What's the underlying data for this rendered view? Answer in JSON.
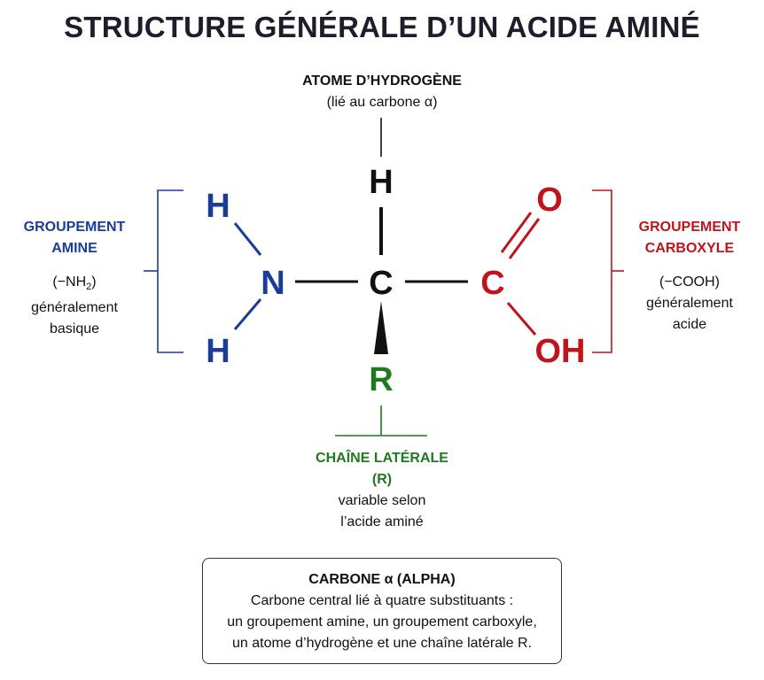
{
  "title": "STRUCTURE GÉNÉRALE D’UN ACIDE AMINÉ",
  "atoms": {
    "h_top": "H",
    "h_amine_top": "H",
    "n": "N",
    "h_amine_bottom": "H",
    "c_alpha": "C",
    "c_carboxyl": "C",
    "o": "O",
    "oh": "OH",
    "r": "R"
  },
  "hydrogen": {
    "heading": "ATOME D’HYDROGÈNE",
    "detail": "(lié au carbone α)"
  },
  "amine": {
    "heading_line1": "GROUPEMENT",
    "heading_line2": "AMINE",
    "formula_prefix": "(−NH",
    "formula_sub": "2",
    "formula_suffix": ")",
    "detail_line1": "généralement",
    "detail_line2": "basique"
  },
  "carboxyl": {
    "heading_line1": "GROUPEMENT",
    "heading_line2": "CARBOXYLE",
    "formula": "(−COOH)",
    "detail_line1": "généralement",
    "detail_line2": "acide"
  },
  "side_chain": {
    "heading": "CHAÎNE LATÉRALE",
    "symbol": "(R)",
    "detail_line1": "variable selon",
    "detail_line2": "l’acide aminé"
  },
  "alpha_box": {
    "heading": "CARBONE α (ALPHA)",
    "line1": "Carbone central lié à quatre substituants :",
    "line2": "un groupement amine, un groupement carboxyle,",
    "line3": "un atome d’hydrogène et une chaîne latérale R."
  },
  "colors": {
    "amine": "#1a3d97",
    "carboxyl": "#c0141c",
    "side_chain": "#1f7a1f",
    "core": "#111111"
  }
}
